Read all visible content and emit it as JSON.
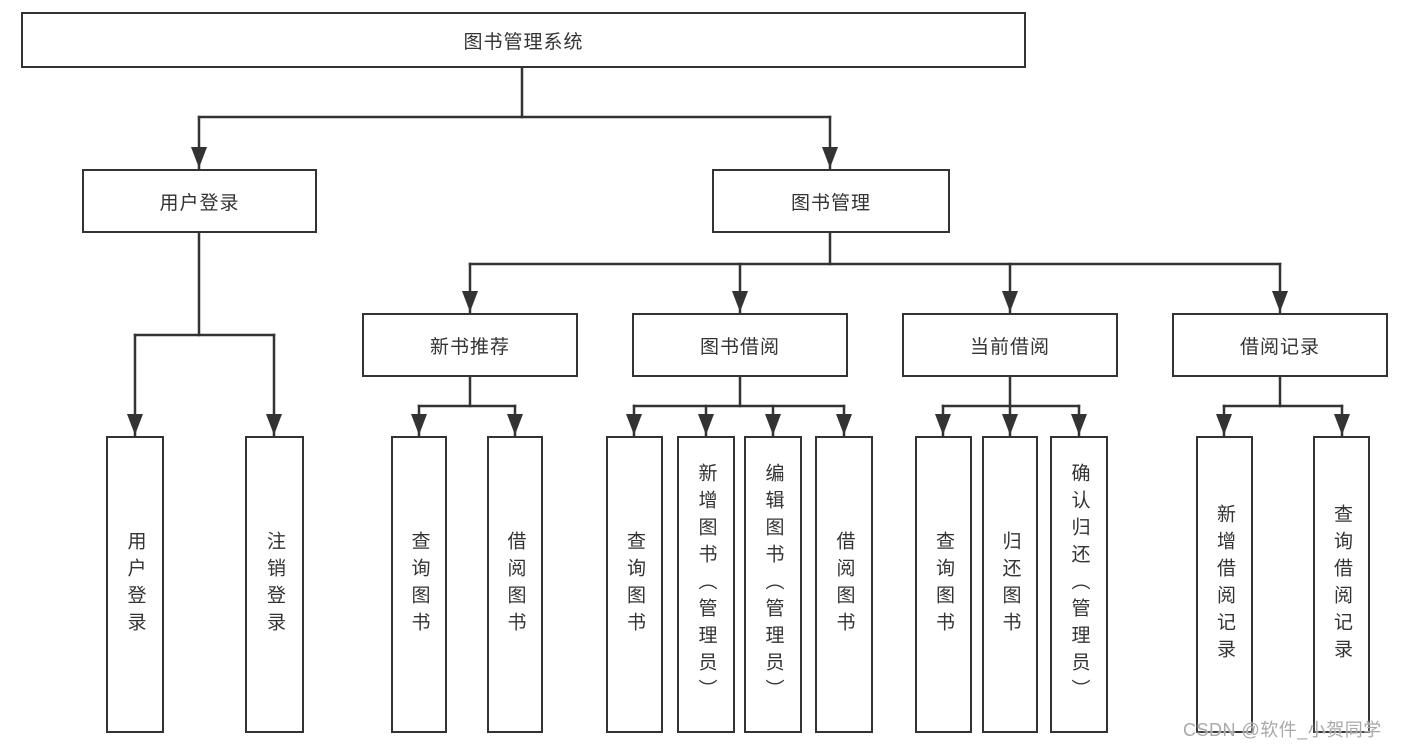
{
  "diagram": {
    "colors": {
      "line": "#333333",
      "box_border": "#333333",
      "box_fill": "#ffffff",
      "text": "#333333",
      "watermark_text": "#a9a9a9",
      "background": "#ffffff"
    },
    "watermark": "CSDN @软件_小贺同学",
    "tree": {
      "label": "图书管理系统",
      "children": [
        {
          "label": "用户登录",
          "children": [
            {
              "label": "用户登录"
            },
            {
              "label": "注销登录"
            }
          ]
        },
        {
          "label": "图书管理",
          "children": [
            {
              "label": "新书推荐",
              "children": [
                {
                  "label": "查询图书"
                },
                {
                  "label": "借阅图书"
                }
              ]
            },
            {
              "label": "图书借阅",
              "children": [
                {
                  "label": "查询图书"
                },
                {
                  "label": "新增图书（管理员）"
                },
                {
                  "label": "编辑图书（管理员）"
                },
                {
                  "label": "借阅图书"
                }
              ]
            },
            {
              "label": "当前借阅",
              "children": [
                {
                  "label": "查询图书"
                },
                {
                  "label": "归还图书"
                },
                {
                  "label": "确认归还（管理员）"
                }
              ]
            },
            {
              "label": "借阅记录",
              "children": [
                {
                  "label": "新增借阅记录"
                },
                {
                  "label": "查询借阅记录"
                }
              ]
            }
          ]
        }
      ]
    }
  }
}
